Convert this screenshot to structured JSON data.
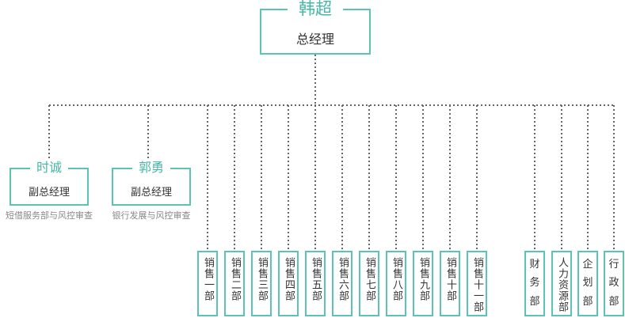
{
  "ceo": {
    "name": "韩超",
    "title": "总经理"
  },
  "vps": [
    {
      "name": "时诚",
      "title": "副总经理",
      "scope": "短借服务部与风控审查"
    },
    {
      "name": "郭勇",
      "title": "副总经理",
      "scope": "银行发展与风控审查"
    }
  ],
  "sales_departments": [
    "销售一部",
    "销售二部",
    "销售三部",
    "销售四部",
    "销售五部",
    "销售六部",
    "销售七部",
    "销售八部",
    "销售九部",
    "销售十部",
    "销售十一部"
  ],
  "support_departments": [
    "财务部",
    "人力资源部",
    "企划部",
    "行政部"
  ],
  "colors": {
    "accent": "#5cc4b4",
    "name_text": "#44b8a5",
    "connector": "#666666"
  }
}
